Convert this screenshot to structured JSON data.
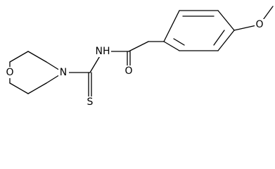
{
  "molecule": {
    "atoms": {
      "ring_oxygen": "O",
      "ring_nitrogen": "N",
      "thione_sulfur": "S",
      "amide_nh": "NH",
      "carbonyl_oxygen": "O",
      "ether_oxygen": "O"
    }
  },
  "colors": {
    "bond": "#000000",
    "background": "#ffffff"
  }
}
